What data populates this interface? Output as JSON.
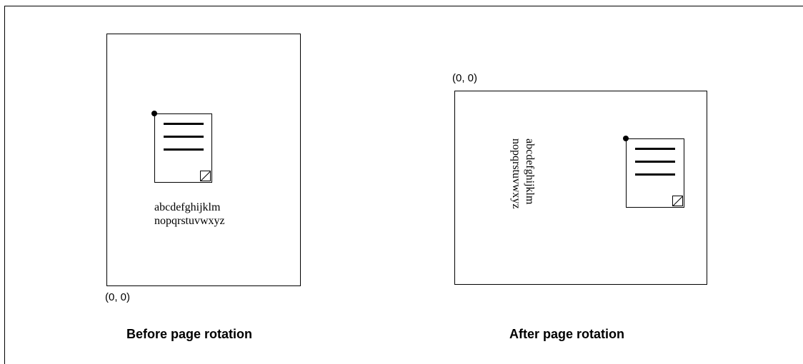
{
  "before": {
    "caption": "Before page rotation",
    "origin_label": "(0, 0)",
    "text_line1": "abcdefghijklm",
    "text_line2": "nopqrstuvwxyz"
  },
  "after": {
    "caption": "After page rotation",
    "origin_label": "(0, 0)",
    "text_line1": "abcdefghijklm",
    "text_line2": "nopqrstuvwxyz"
  }
}
